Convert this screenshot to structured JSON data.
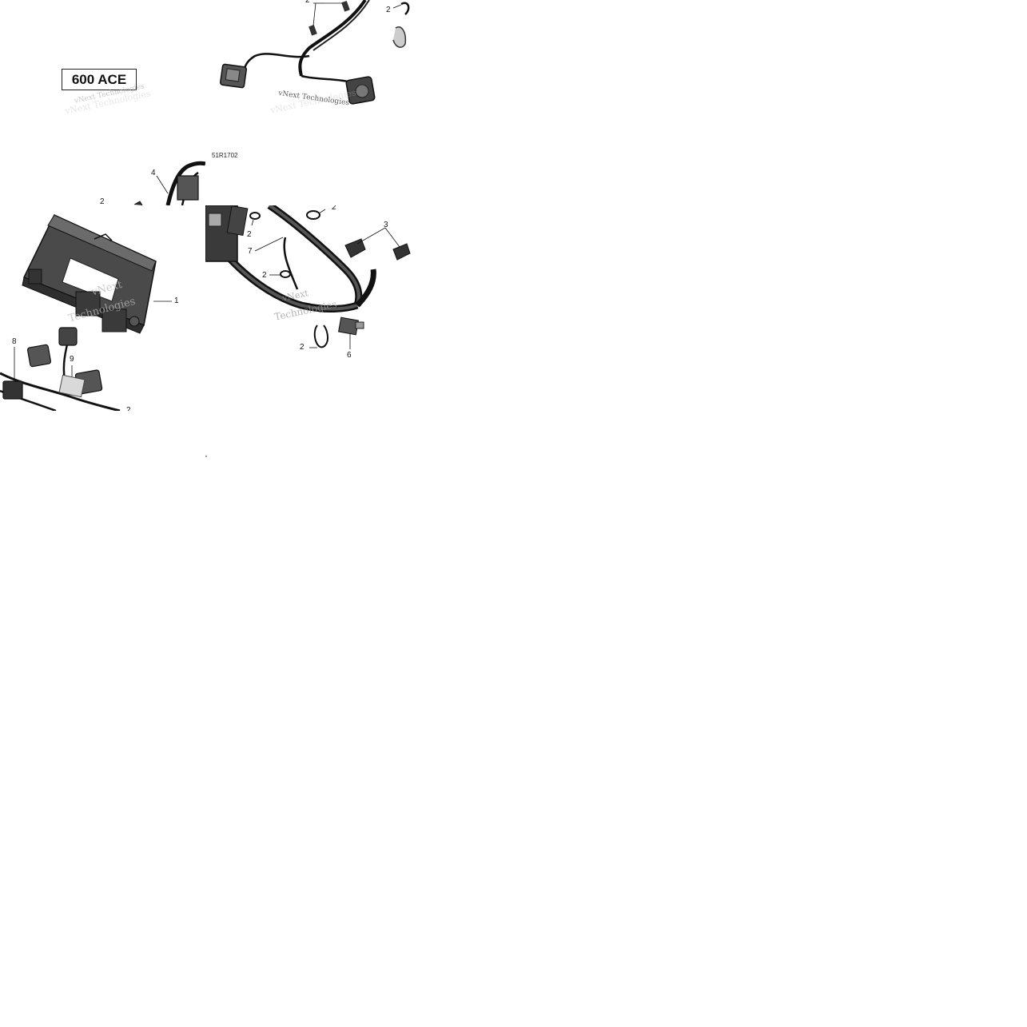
{
  "model_badge": "600 ACE",
  "drawing_code": "51R1702",
  "watermark_text": "vNext Technologies",
  "watermark_line1": "vNext",
  "watermark_line2": "Technologies",
  "callouts": {
    "c1": "1",
    "c2": "2",
    "c3": "3",
    "c4": "4",
    "c6": "6",
    "c7": "7",
    "c8": "8",
    "c9": "9"
  },
  "colors": {
    "line": "#111111",
    "part_dark": "#3a3a3a",
    "part_mid": "#666666",
    "part_light": "#bdbdbd",
    "watermark": "#b8b8b8"
  }
}
